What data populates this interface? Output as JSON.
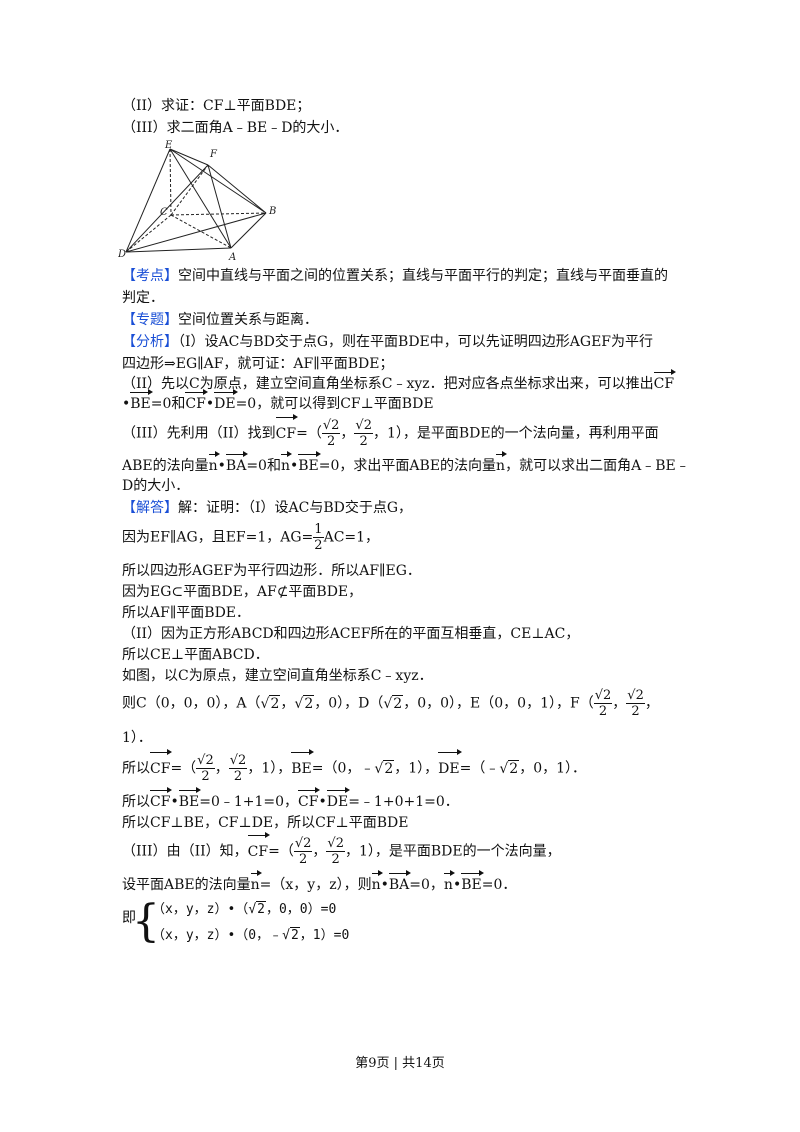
{
  "lines": {
    "l1": "（II）求证：CF⊥平面BDE；",
    "l2": "（III）求二面角A﹣BE﹣D的大小．",
    "kaodian_tag": "【考点】",
    "kaodian_text": "空间中直线与平面之间的位置关系；直线与平面平行的判定；直线与平面垂直的",
    "kaodian_cont": "判定．",
    "zhuanti_tag": "【专题】",
    "zhuanti_text": "空间位置关系与距离．",
    "fenxi_tag": "【分析】",
    "fenxi_1": "（I）设AC与BD交于点G，则在平面BDE中，可以先证明四边形AGEF为平行",
    "fenxi_2": "四边形⇒EG∥AF，就可证：AF∥平面BDE；",
    "fenxi_3a": "（II）先以C为原点，建立空间直角坐标系C﹣xyz．把对应各点坐标求出来，可以推出",
    "fenxi_4a": "•",
    "fenxi_4b": "=0和",
    "fenxi_4c": "•",
    "fenxi_4d": "=0，就可以得到CF⊥平面BDE",
    "fenxi_5a": "（III）先利用（II）找到",
    "fenxi_5b": "=（",
    "fenxi_5c": "，1），是平面BDE的一个法向量，再利用平面",
    "fenxi_6a": "ABE的法向量",
    "fenxi_6b": "•",
    "fenxi_6c": "=0和",
    "fenxi_6d": "•",
    "fenxi_6e": "=0，求出平面ABE的法向量",
    "fenxi_6f": "，就可以求出二面角A﹣BE﹣",
    "fenxi_7": "D的大小．",
    "jieda_tag": "【解答】",
    "jieda_1": "解：证明：（I）设AC与BD交于点G，",
    "jieda_2a": "因为EF∥AG，且EF=1，AG=",
    "jieda_2b": "AC=1，",
    "jieda_3": "所以四边形AGEF为平行四边形．所以AF∥EG．",
    "jieda_4": "因为EG⊂平面BDE，AF⊄平面BDE，",
    "jieda_5": "所以AF∥平面BDE．",
    "jieda_6": "（II）因为正方形ABCD和四边形ACEF所在的平面互相垂直，CE⊥AC，",
    "jieda_7": "所以CE⊥平面ABCD．",
    "jieda_8": "如图，以C为原点，建立空间直角坐标系C﹣xyz．",
    "jieda_9a": "则C（0，0，0），A（",
    "jieda_9b": "，0），D（",
    "jieda_9c": "，0，0），E（0，0，1），F（",
    "jieda_10": "1）．",
    "jieda_11a": "所以",
    "jieda_11b": "=（",
    "jieda_11c": "，1），",
    "jieda_11d": "=（0，﹣",
    "jieda_11e": "，1），",
    "jieda_11f": "=（﹣",
    "jieda_11g": "，0，1）．",
    "jieda_12a": "所以",
    "jieda_12b": "•",
    "jieda_12c": "=0﹣1+1=0，",
    "jieda_12d": "•",
    "jieda_12e": "=﹣1+0+1=0．",
    "jieda_13": "所以CF⊥BE，CF⊥DE，所以CF⊥平面BDE",
    "jieda_14a": "（III）由（II）知，",
    "jieda_14b": "=（",
    "jieda_14c": "，1），是平面BDE的一个法向量，",
    "jieda_15a": "设平面ABE的法向量",
    "jieda_15b": "=（x，y，z），则",
    "jieda_15c": "•",
    "jieda_15d": "=0，",
    "jieda_15e": "•",
    "jieda_15f": "=0．",
    "ji": "即",
    "sys_1a": "（x，y，z）•（",
    "sys_1b": "，0，0）=0",
    "sys_2a": "（x，y，z）•（0，﹣",
    "sys_2b": "，1）=0"
  },
  "vectors": {
    "CF": "CF",
    "BE": "BE",
    "DE": "DE",
    "BA": "BA",
    "n": "n"
  },
  "math": {
    "sqrt2": "2",
    "two": "2",
    "one": "1",
    "comma": "，"
  },
  "figure_labels": {
    "E": "E",
    "F": "F",
    "C": "C",
    "B": "B",
    "D": "D",
    "A": "A"
  },
  "footer": "第9页 | 共14页",
  "colors": {
    "tag": "#1a4fd6",
    "text": "#111111"
  }
}
